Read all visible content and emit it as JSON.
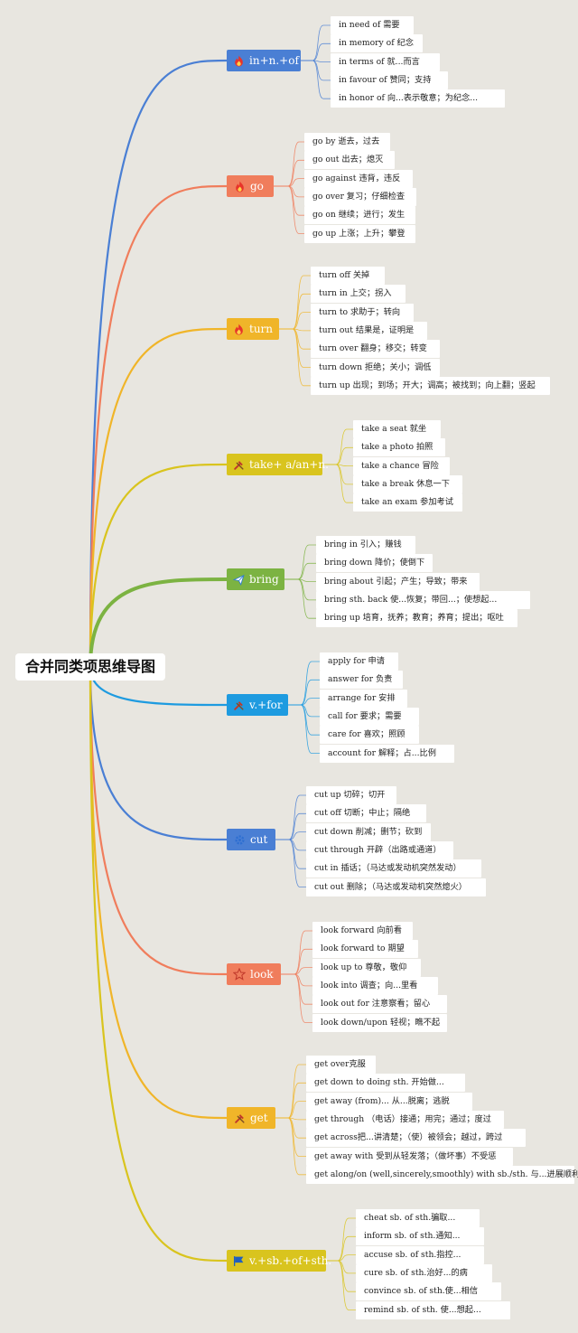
{
  "title": "合并同类项思维导图",
  "branches": [
    {
      "label": "in+n.+of",
      "color": "#4a7fd4",
      "icon": "fire-icon",
      "items": [
        "in need of 需要",
        "in memory of 纪念",
        "in terms of 就...而言",
        "in favour of 赞同；支持",
        "in honor of 向...表示敬意；为纪念..."
      ]
    },
    {
      "label": "go",
      "color": "#f07d5c",
      "icon": "fire-icon",
      "items": [
        "go by 逝去，过去",
        "go out 出去；熄灭",
        "go against 违背，违反",
        "go over 复习；仔细检查",
        "go on 继续；进行；发生",
        "go up 上涨；上升；攀登"
      ]
    },
    {
      "label": "turn",
      "color": "#f0b529",
      "icon": "fire-icon",
      "items": [
        "turn off 关掉",
        "turn in 上交；拐入",
        "turn to 求助于；转向",
        "turn out 结果是，证明是",
        "turn over 翻身；移交；转变",
        "turn down 拒绝；关小；调低",
        "turn up 出现；到场；开大；调高；被找到；向上翻；竖起"
      ]
    },
    {
      "label": "take+ a/an+n.",
      "color": "#d9c41e",
      "icon": "tools-icon",
      "items": [
        "take a seat 就坐",
        "take a photo 拍照",
        "take a chance 冒险",
        "take a break 休息一下",
        "take an exam 参加考试"
      ]
    },
    {
      "label": "bring",
      "color": "#7cb342",
      "icon": "paper-plane-icon",
      "items": [
        "bring in 引入；赚钱",
        "bring down 降价；使倒下",
        "bring about 引起；产生；导致；带来",
        "bring sth. back 使...恢复；带回...；使想起...",
        "bring up 培育，抚养；教育；养育；提出；呕吐"
      ]
    },
    {
      "label": "v.+for",
      "color": "#1e9be0",
      "icon": "tools-icon",
      "items": [
        "apply for 申请",
        "answer for 负责",
        "arrange for 安排",
        "call for 要求；需要",
        "care for 喜欢；照顾",
        "account for 解释；占...比例"
      ]
    },
    {
      "label": "cut",
      "color": "#4a7fd4",
      "icon": "gear-icon",
      "items": [
        "cut up 切碎；切开",
        "cut off 切断；中止；隔绝",
        "cut down 削减；删节；砍到",
        "cut through 开辟（出路或通道）",
        "cut in 插话；（马达或发动机突然发动）",
        "cut out 删除；（马达或发动机突然熄火）"
      ]
    },
    {
      "label": "look",
      "color": "#f07d5c",
      "icon": "star-icon",
      "items": [
        "look forward 向前看",
        "look forward to 期望",
        "look up to 尊敬，敬仰",
        "look into 调查；向...里看",
        "look out for 注意察看；留心",
        "look down/upon 轻视；瞧不起"
      ]
    },
    {
      "label": "get",
      "color": "#f0b529",
      "icon": "tools-icon",
      "items": [
        "get over克服",
        "get down to doing sth. 开始做...",
        "get away (from)... 从...脱离；逃脱",
        "get through （电话）接通；用完；通过；度过",
        "get across把...讲清楚；（使）被领会；越过，跨过",
        "get away with 受到从轻发落；（做坏事）不受惩",
        "get along/on (well,sincerely,smoothly) with sb./sth. 与...进展顺利"
      ]
    },
    {
      "label": "v.+sb.+of+sth.",
      "color": "#d9c41e",
      "icon": "flag-icon",
      "items": [
        "cheat sb. of sth.骗取...",
        "inform sb. of sth.通知...",
        "accuse sb. of sth.指控...",
        "cure sb. of sth.治好...的病",
        "convince sb. of sth.使...相信",
        "remind sb. of sth. 使...想起..."
      ]
    }
  ]
}
